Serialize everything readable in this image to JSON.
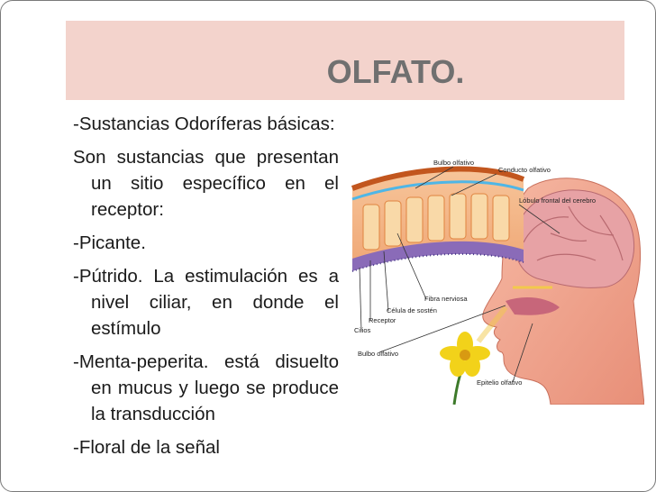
{
  "slide": {
    "title": "OLFATO.",
    "paragraphs": [
      "-Sustancias Odoríferas básicas:",
      "Son sustancias que presentan un sitio específico en el receptor:",
      "-Picante.",
      "-Pútrido. La estimulación es a nivel ciliar, en donde el estímulo",
      "-Menta-peperita. está disuelto en mucus y luego se produce la transducción",
      "-Floral de la señal"
    ]
  },
  "figure": {
    "labels": {
      "bulbo_top": "Bulbo olfativo",
      "conducto": "Conducto olfativo",
      "lobulo": "Lóbulo frontal del cerebro",
      "fibra": "Fibra nerviosa",
      "celula": "Célula de sostén",
      "receptor": "Receptor",
      "cilios": "Cilios",
      "bulbo_bottom": "Bulbo olfativo",
      "epitelio": "Epitelio olfativo"
    }
  },
  "colors": {
    "title_band": "#f3d3cc",
    "title_text": "#707070",
    "skin": "#f1a28b",
    "brain": "#e7a2a5",
    "flower": "#f2d21a"
  }
}
